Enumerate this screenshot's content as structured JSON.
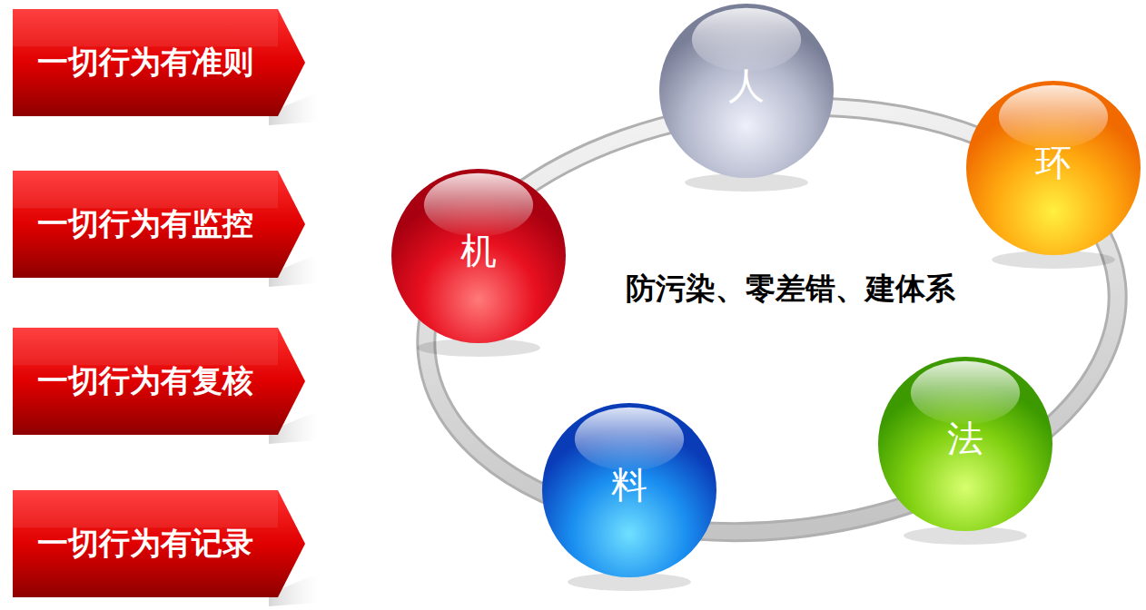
{
  "diagram": {
    "nodes": [
      {
        "text": [
          "一切行为有准则"
        ]
      },
      {
        "text": [
          "一切行为有监控"
        ]
      },
      {
        "text": [
          "一切行为有复核"
        ]
      },
      {
        "text": [
          "一切行为有记录"
        ]
      },
      {
        "text": [
          "人"
        ]
      },
      {
        "text": [
          "环"
        ]
      },
      {
        "text": [
          "机"
        ]
      },
      {
        "text": [
          "法"
        ]
      },
      {
        "text": [
          "料"
        ]
      }
    ],
    "labels": [
      "防污染、零差错、建体系"
    ]
  }
}
